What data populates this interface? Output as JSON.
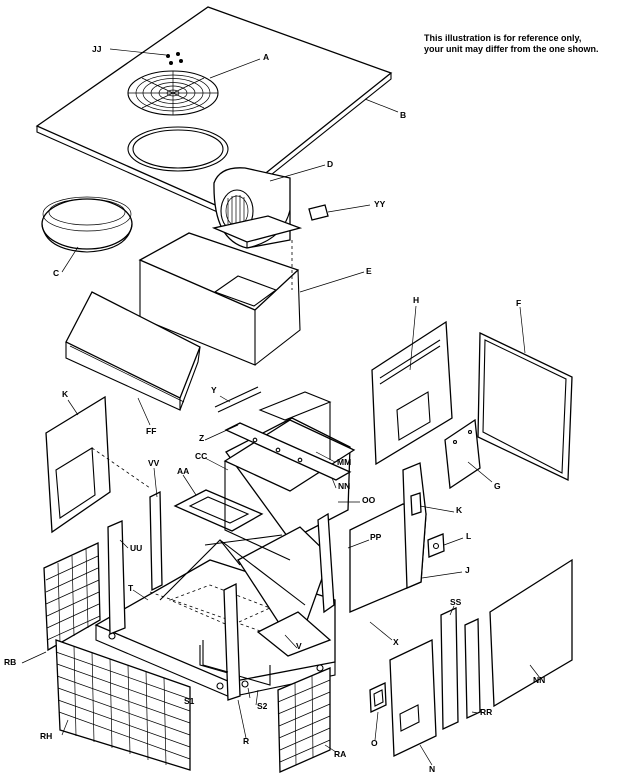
{
  "note": {
    "line1": "This illustration is for reference only,",
    "line2": "your unit may differ from the one shown."
  },
  "callouts": [
    "JJ",
    "A",
    "B",
    "D",
    "YY",
    "C",
    "E",
    "H",
    "F",
    "FF",
    "Y",
    "K",
    "Z",
    "MM",
    "G",
    "VV",
    "CC",
    "AA",
    "NN",
    "OO",
    "K",
    "UU",
    "PP",
    "L",
    "J",
    "T",
    "SS",
    "X",
    "V",
    "RB",
    "NN",
    "RR",
    "S1",
    "S2",
    "O",
    "RH",
    "R",
    "RA",
    "N"
  ]
}
